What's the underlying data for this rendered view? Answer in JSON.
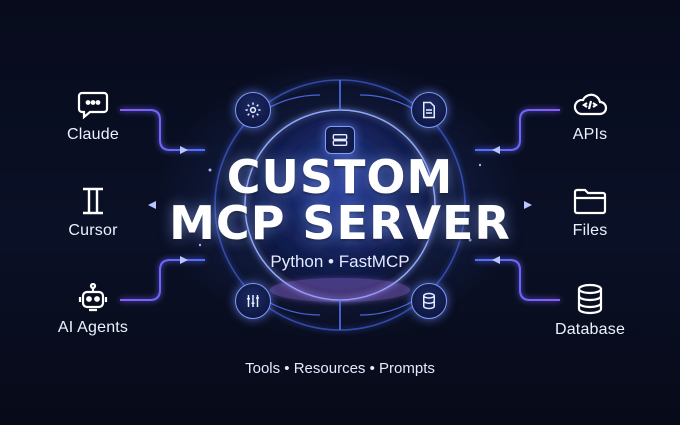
{
  "title_line1": "CUSTOM",
  "title_line2": "MCP SERVER",
  "subtitle": "Python • FastMCP",
  "footer": "Tools • Resources • Prompts",
  "left_nodes": [
    {
      "label": "Claude",
      "icon": "chat-bubble-icon"
    },
    {
      "label": "Cursor",
      "icon": "cursor-text-icon"
    },
    {
      "label": "AI Agents",
      "icon": "robot-icon"
    }
  ],
  "right_nodes": [
    {
      "label": "APIs",
      "icon": "cloud-sync-icon"
    },
    {
      "label": "Files",
      "icon": "folder-icon"
    },
    {
      "label": "Database",
      "icon": "database-icon"
    }
  ],
  "ring_icons": [
    "gear-icon",
    "document-icon",
    "server-icon",
    "equalizer-icon",
    "database-icon"
  ],
  "colors": {
    "accent": "#6f8cff",
    "glow": "#9a6bff",
    "background": "#0a1026"
  }
}
